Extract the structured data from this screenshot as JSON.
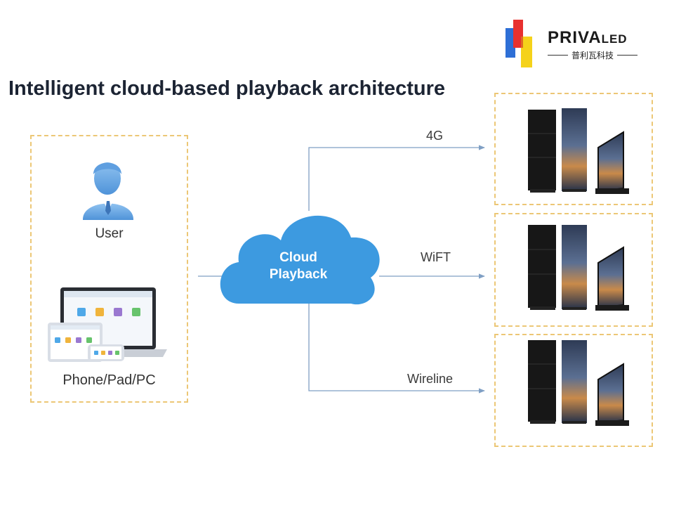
{
  "logo": {
    "brand_main": "PRIVA",
    "brand_suffix": "LED",
    "brand_chinese": "普利瓦科技",
    "colors": [
      "#e8312f",
      "#2e6fd6",
      "#f5d21a"
    ]
  },
  "title": "Intelligent cloud-based playback architecture",
  "nodes": {
    "user": {
      "label": "User",
      "icon": "user-avatar-icon"
    },
    "devices": {
      "label": "Phone/Pad/PC",
      "icon": "devices-icon"
    },
    "cloud": {
      "label_line1": "Cloud",
      "label_line2": "Playback",
      "icon": "cloud-icon"
    }
  },
  "connections": [
    {
      "label": "4G"
    },
    {
      "label": "WiFT"
    },
    {
      "label": "Wireline"
    }
  ],
  "colors": {
    "accent_box_border": "#ecc776",
    "line_color": "#7f9fc4",
    "cloud_fill": "#3d9ae0",
    "title_color": "#1c2433"
  }
}
